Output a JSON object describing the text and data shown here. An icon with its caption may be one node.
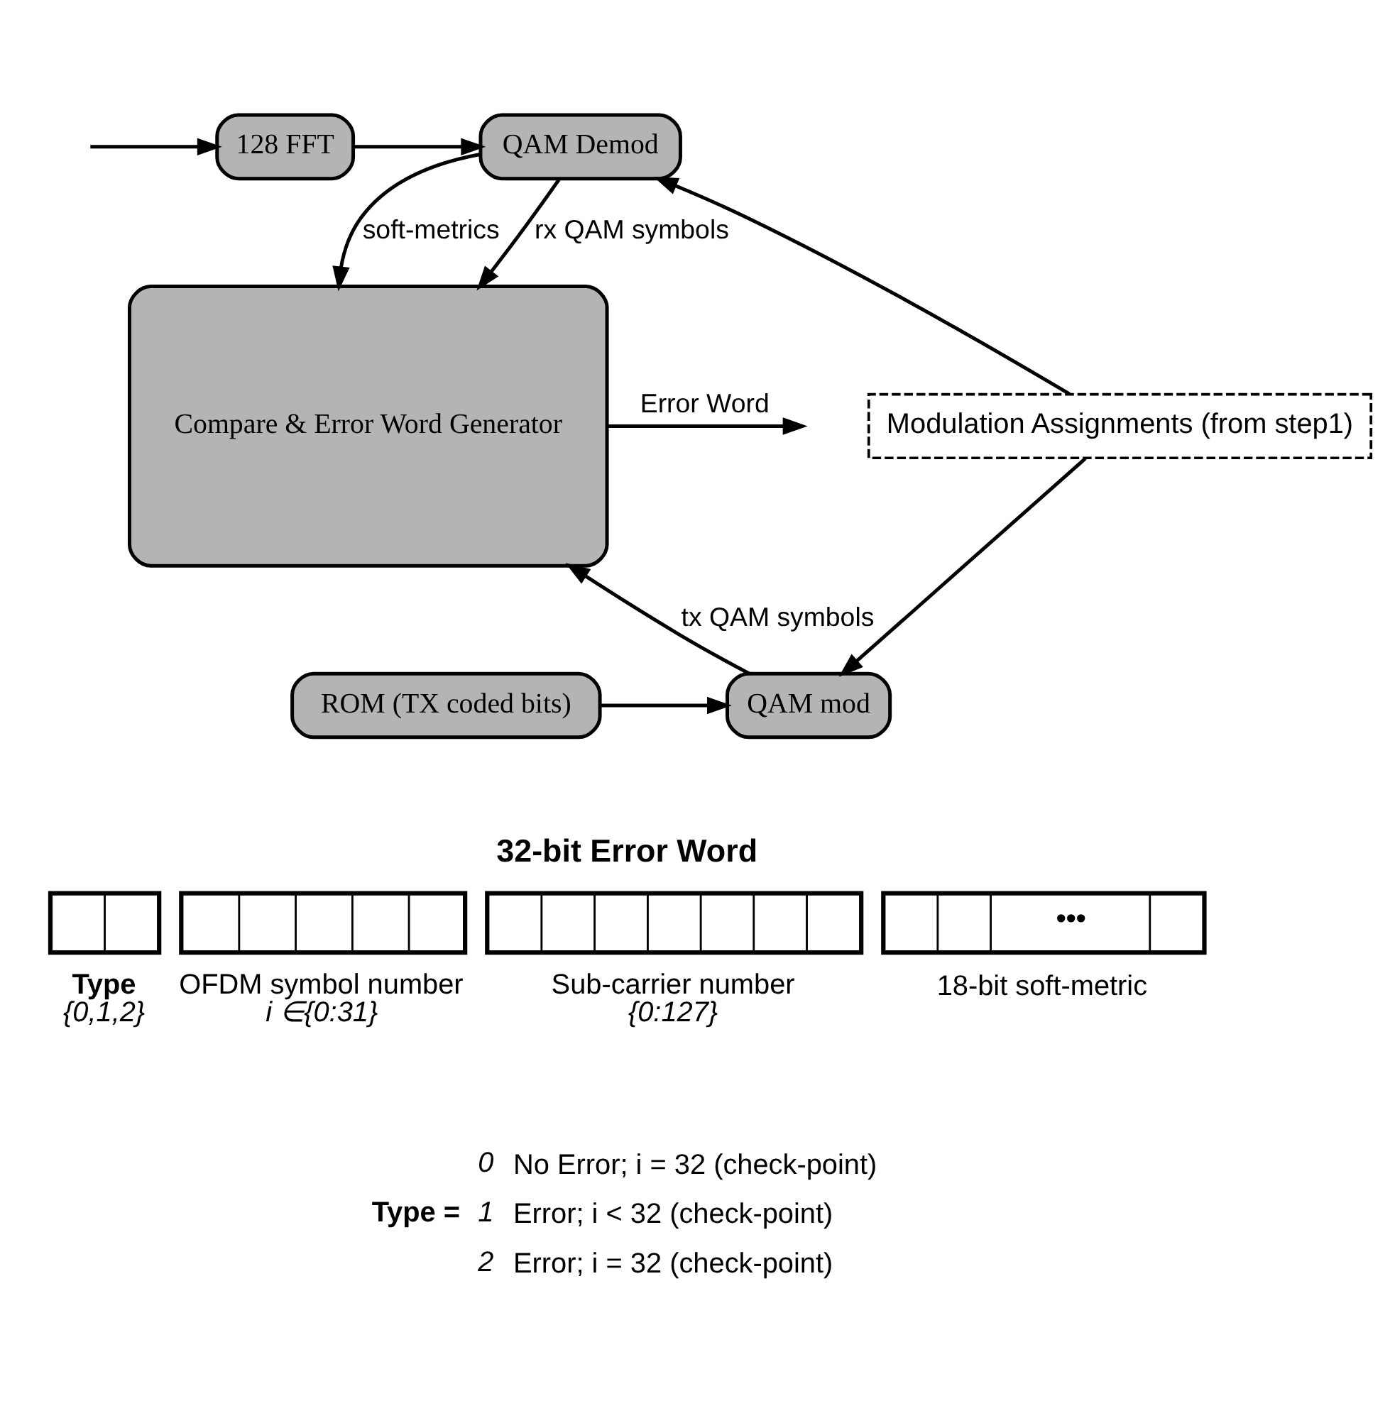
{
  "diagram": {
    "nodes": [
      {
        "text": [
          "128 FFT"
        ]
      },
      {
        "text": [
          "QAM Demod"
        ]
      },
      {
        "text": [
          "Modulation Assignments (from step1)"
        ]
      },
      {
        "text": [
          "ROM (TX coded bits)"
        ]
      },
      {
        "text": [
          "QAM mod"
        ]
      },
      {
        "text": [
          "Compare & Error Word Generator"
        ]
      }
    ],
    "edges": [
      {
        "from": null,
        "to": 0,
        "arrow": "to"
      },
      {
        "from": 0,
        "to": 1,
        "arrow": "to"
      },
      {
        "from": 1,
        "to": 5,
        "arrow": "to",
        "label": "soft-metrics"
      },
      {
        "from": 1,
        "to": 5,
        "arrow": "to",
        "label": "rx QAM symbols"
      },
      {
        "from": 2,
        "to": 1,
        "arrow": "to"
      },
      {
        "from": 2,
        "to": 4,
        "arrow": "to"
      },
      {
        "from": 3,
        "to": 4,
        "arrow": "to"
      },
      {
        "from": 4,
        "to": 5,
        "arrow": "to",
        "label": "tx QAM symbols"
      },
      {
        "from": 5,
        "to": null,
        "arrow": "to",
        "label": "Error Word"
      }
    ],
    "labels": [
      "32-bit Error Word",
      "•••",
      "Type",
      "{0,1,2}",
      "OFDM symbol number",
      "i ∈{0:31}",
      "Sub-carrier number",
      "{0:127}",
      "18-bit soft-metric",
      "Type =",
      "0",
      "No Error; i = 32 (check-point)",
      "1",
      "Error; i < 32 (check-point)",
      "2",
      "Error; i = 32 (check-point)"
    ]
  }
}
